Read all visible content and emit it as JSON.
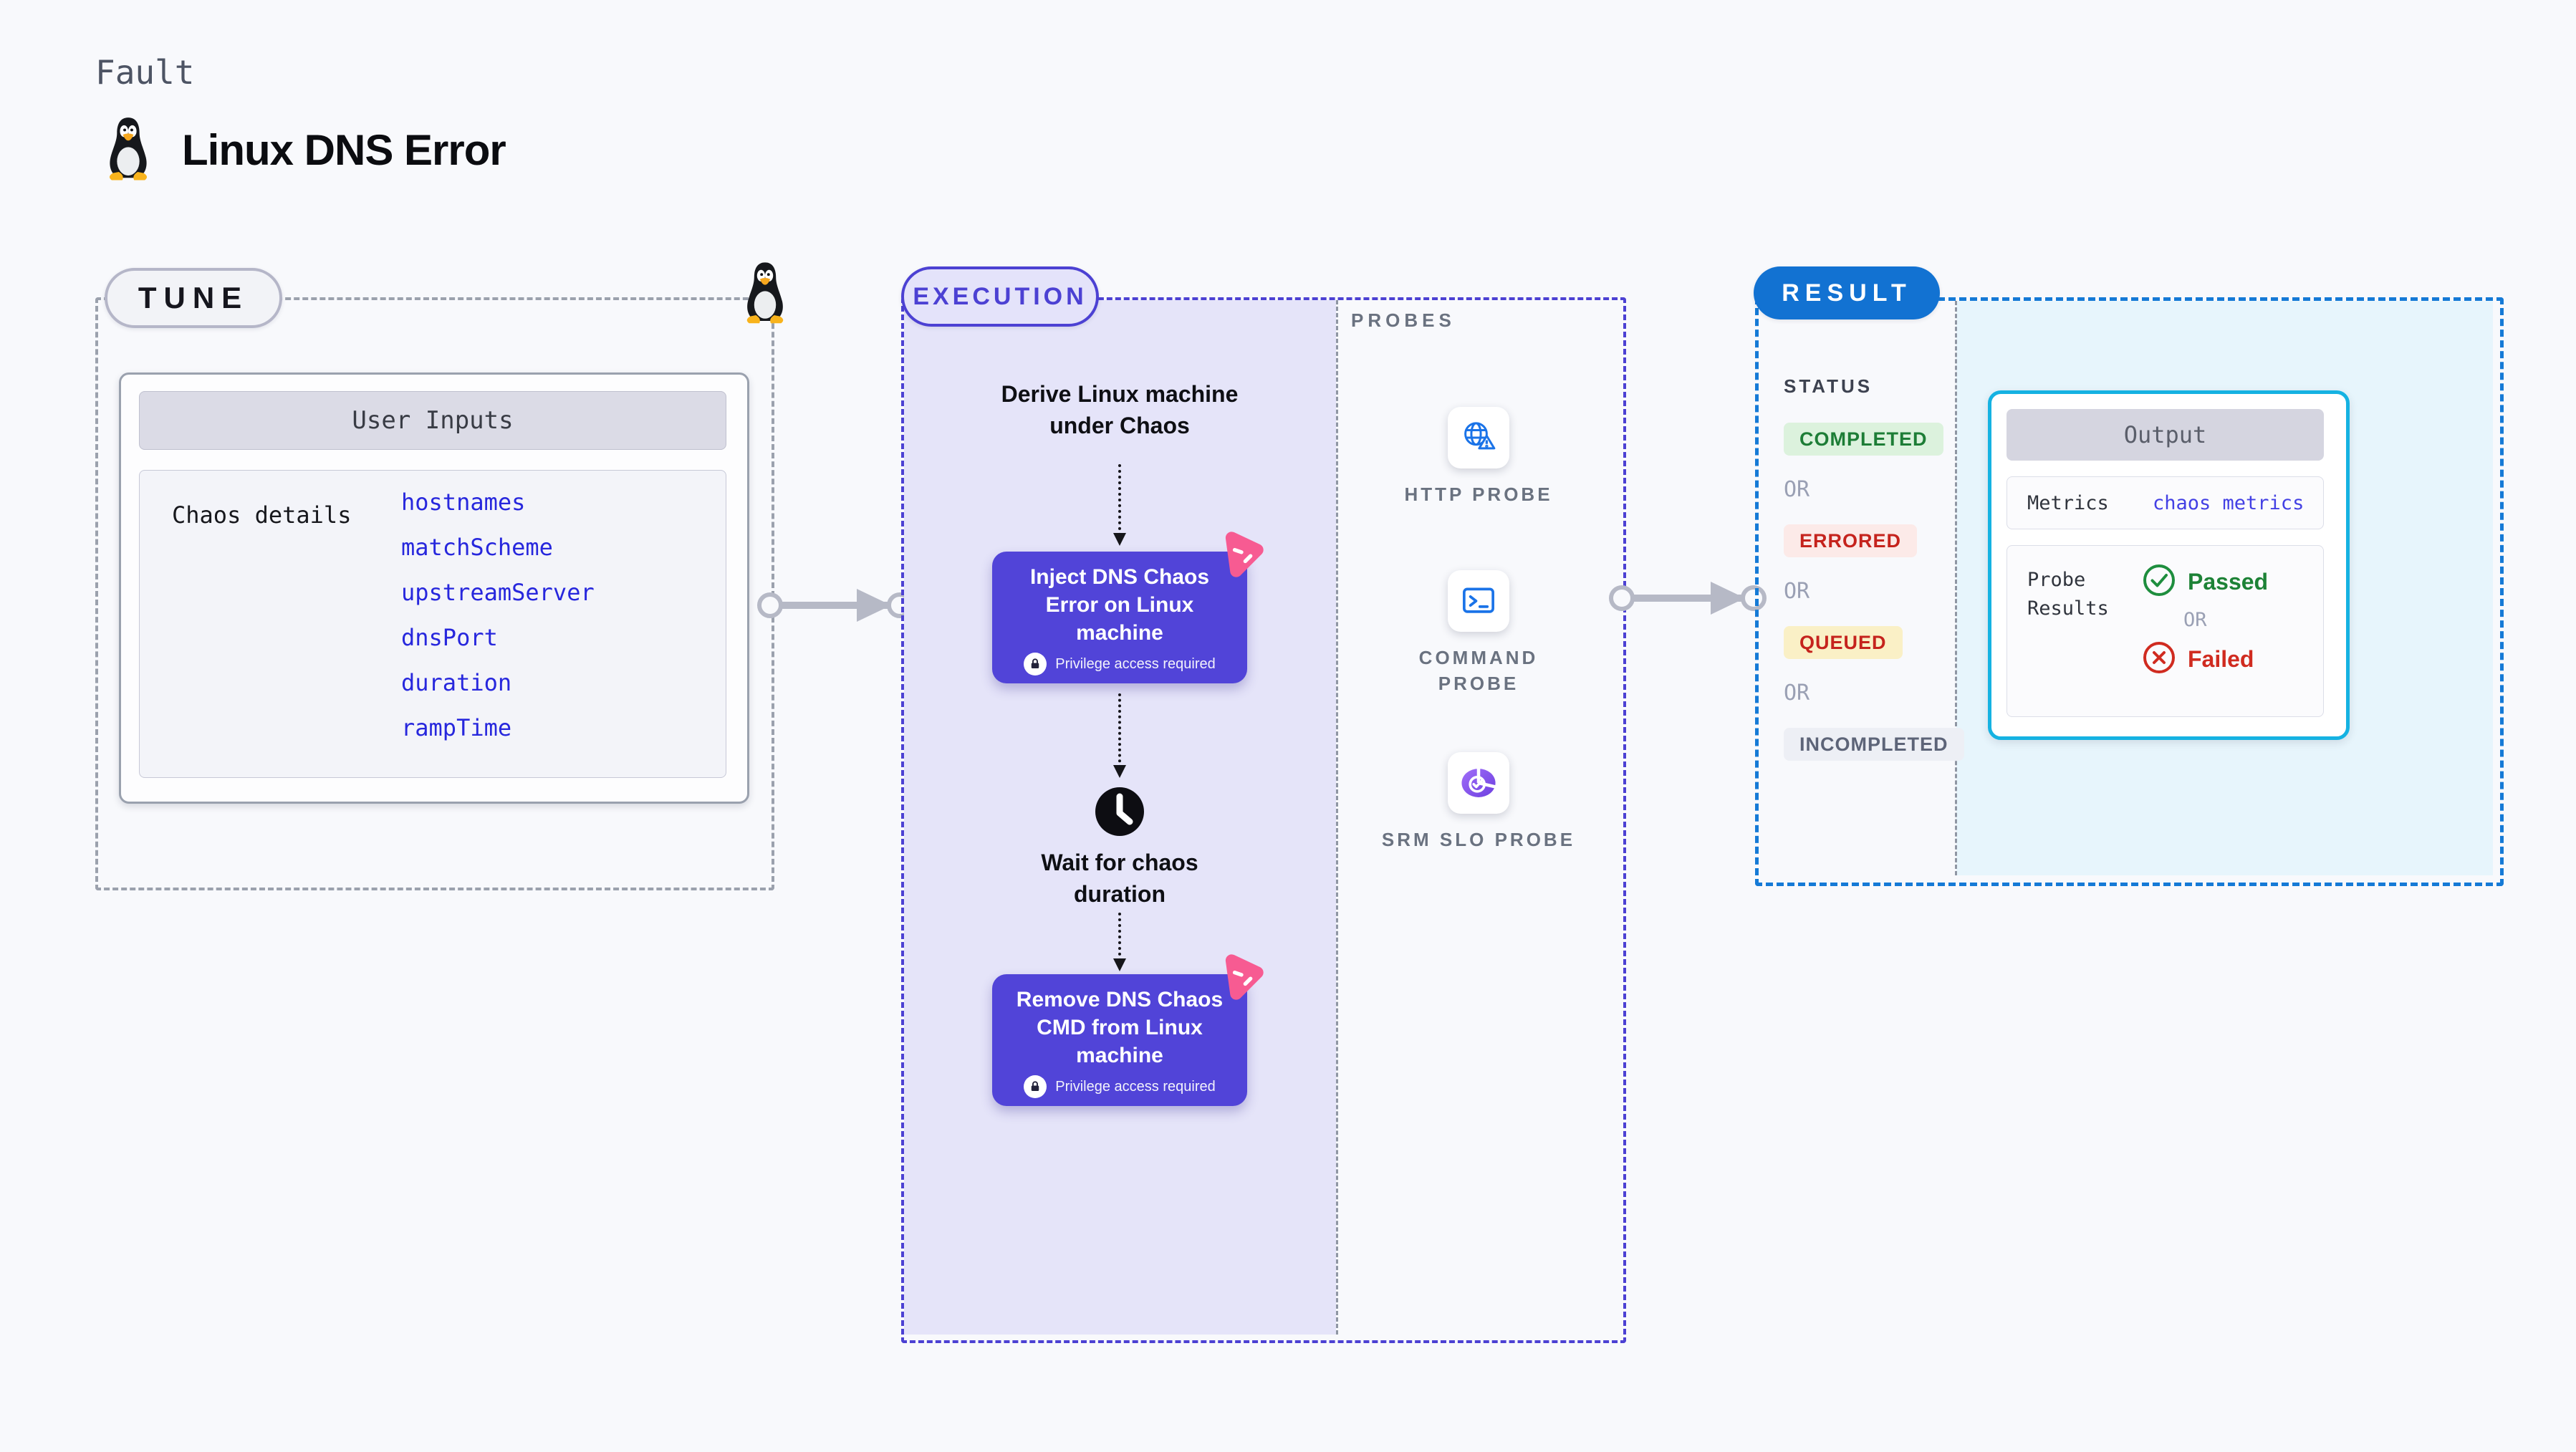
{
  "header": {
    "kind_label": "Fault",
    "title": "Linux DNS Error"
  },
  "tune": {
    "pill_label": "TUNE",
    "user_inputs": {
      "header": "User Inputs",
      "row_label": "Chaos details",
      "params": [
        "hostnames",
        "matchScheme",
        "upstreamServer",
        "dnsPort",
        "duration",
        "rampTime"
      ]
    }
  },
  "execution": {
    "pill_label": "EXECUTION",
    "derive_step": "Derive Linux machine under Chaos",
    "inject_step": "Inject DNS Chaos Error on Linux machine",
    "wait_step": "Wait for chaos duration",
    "remove_step": "Remove DNS Chaos CMD from Linux machine",
    "privilege_note": "Privilege access required"
  },
  "probes": {
    "heading": "PROBES",
    "items": [
      {
        "label": "HTTP PROBE",
        "icon": "globe-alert-icon"
      },
      {
        "label": "COMMAND PROBE",
        "icon": "terminal-icon"
      },
      {
        "label": "SRM SLO PROBE",
        "icon": "slo-donut-icon"
      }
    ]
  },
  "result": {
    "pill_label": "RESULT",
    "status_heading": "STATUS",
    "or_label": "OR",
    "statuses": [
      {
        "label": "COMPLETED",
        "color": "#1d7d36",
        "bg": "#dcf2dd"
      },
      {
        "label": "ERRORED",
        "color": "#c5231d",
        "bg": "#fceae8"
      },
      {
        "label": "QUEUED",
        "color": "#c5231d",
        "bg": "#faf0c6"
      },
      {
        "label": "INCOMPLETED",
        "color": "#5d6478",
        "bg": "#edeff5"
      }
    ],
    "output": {
      "header": "Output",
      "metrics_label": "Metrics",
      "metrics_value": "chaos metrics",
      "probe_results_label": "Probe Results",
      "passed_label": "Passed",
      "or_label": "OR",
      "failed_label": "Failed"
    }
  },
  "colors": {
    "page_bg": "#f8f9fc",
    "tune_dash": "#9ba1ad",
    "execution_dash": "#4c41d3",
    "execution_fill": "#e5e4f9",
    "node_indigo": "#5144d8",
    "chaos_pink": "#f75b92",
    "result_dash": "#157ad6",
    "result_pill_blue": "#1272d2",
    "result_fill": "#e7f5fc",
    "output_border_cyan": "#15b2e2",
    "param_blue": "#2727dd",
    "probe_icon_blue": "#1a73e8",
    "slo_purple": "#8a56ec",
    "passed_green": "#1d8236",
    "failed_red": "#d02b20",
    "arrow_gray": "#b6b9c6"
  }
}
